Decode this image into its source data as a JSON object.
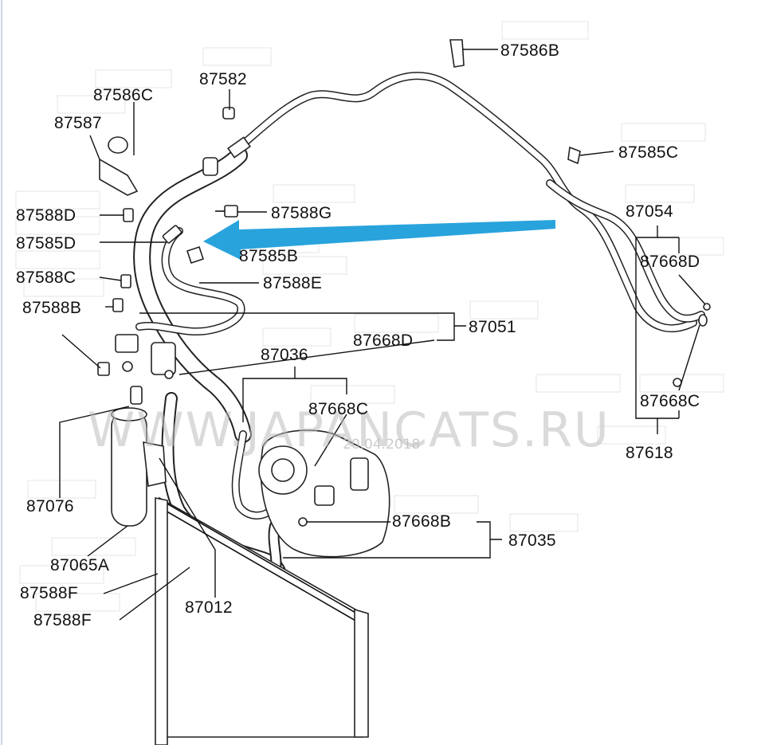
{
  "labels": {
    "p87586B": "87586B",
    "p87582": "87582",
    "p87586C": "87586C",
    "p87587": "87587",
    "p87585C": "87585C",
    "p87588D": "87588D",
    "p87588G": "87588G",
    "p87054": "87054",
    "p87585D": "87585D",
    "p87585B": "87585B",
    "p87668D_top": "87668D",
    "p87588C": "87588C",
    "p87588E": "87588E",
    "p87588B": "87588B",
    "p87051": "87051",
    "p87668D_mid": "87668D",
    "p87036": "87036",
    "p87668C_right": "87668C",
    "p87668C_mid": "87668C",
    "p87618": "87618",
    "p87076": "87076",
    "p87668B": "87668B",
    "p87035": "87035",
    "p87065A": "87065A",
    "p87588F_1": "87588F",
    "p87012": "87012",
    "p87588F_2": "87588F"
  },
  "watermark": {
    "text": "WWW.JAPANCATS.RU",
    "date": "20.04.2018"
  },
  "colors": {
    "arrow": "#29a3dc",
    "ink": "#111111",
    "watermark": "#bdbdbd"
  }
}
